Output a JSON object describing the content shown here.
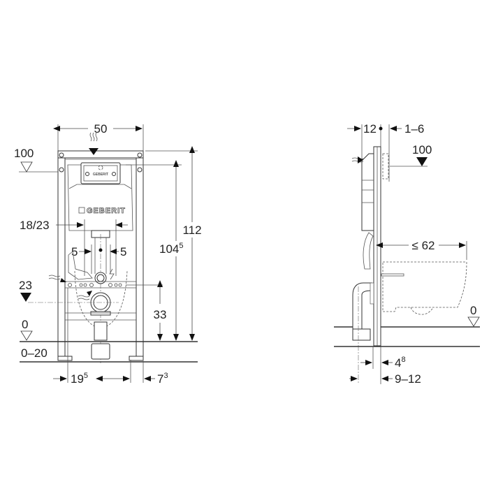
{
  "drawing": {
    "brand_label": "GEBERIT",
    "front_view": {
      "width_dim": "50",
      "level_top_label": "100",
      "level_outlet_label": "23",
      "level_floor_label": "0",
      "floor_range_label": "0–20",
      "pipe_spacing_label": "18/23",
      "center_offset_left": "5",
      "center_offset_right": "5",
      "height_total": "112",
      "height_actuator_main": "104",
      "height_actuator_sup": "5",
      "height_outlet": "33",
      "bottom_left_main": "19",
      "bottom_left_sup": "5",
      "bottom_right_main": "7",
      "bottom_right_sup": "3"
    },
    "side_view": {
      "depth_dim": "12",
      "wall_range": "1–6",
      "level_top_label": "100",
      "bowl_projection": "≤ 62",
      "level_floor_label": "0",
      "bottom_offset_main": "4",
      "bottom_offset_sup": "8",
      "bottom_range": "9–12"
    }
  }
}
